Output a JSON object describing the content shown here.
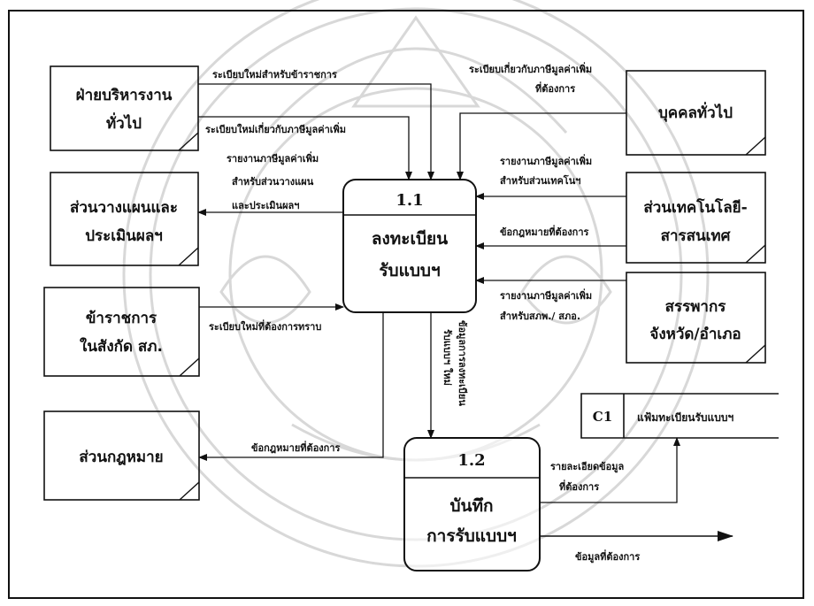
{
  "entities": {
    "admin": [
      "ฝ่ายบริหารงาน",
      "ทั่วไป"
    ],
    "planning": [
      "ส่วนวางแผนและ",
      "ประเมินผลฯ"
    ],
    "officials": [
      "ข้าราชการ",
      "ในสังกัด สภ."
    ],
    "legal": [
      "ส่วนกฎหมาย"
    ],
    "public": [
      "บุคคลทั่วไป"
    ],
    "it": [
      "ส่วนเทคโนโลยี-",
      "สารสนเทศ"
    ],
    "revenue": [
      "สรรพากร",
      "จังหวัด/อำเภอ"
    ]
  },
  "processes": {
    "p1": {
      "id": "1.1",
      "lines": [
        "ลงทะเบียน",
        "รับแบบฯ"
      ]
    },
    "p2": {
      "id": "1.2",
      "lines": [
        "บันทึก",
        "การรับแบบฯ"
      ]
    }
  },
  "datastore": {
    "id": "C1",
    "label": "แฟ้มทะเบียนรับแบบฯ"
  },
  "flows": {
    "admin_rule_official": "ระเบียบใหม่สำหรับข้าราชการ",
    "admin_rule_vat": "ระเบียบใหม่เกี่ยวกับภาษีมูลค่าเพิ่ม",
    "planning_report": [
      "รายงานภาษีมูลค่าเพิ่ม",
      "สำหรับส่วนวางแผน",
      "และประเมินผลฯ"
    ],
    "officials_rule": "ระเบียบใหม่ที่ต้องการทราบ",
    "legal_needed": "ข้อกฎหมายที่ต้องการ",
    "public_rule": [
      "ระเบียบเกี่ยวกับภาษีมูลค่าเพิ่ม",
      "ที่ต้องการ"
    ],
    "it_report": [
      "รายงานภาษีมูลค่าเพิ่ม",
      "สำหรับส่วนเทคโนฯ"
    ],
    "it_legal": "ข้อกฎหมายที่ต้องการ",
    "revenue_report": [
      "รายงานภาษีมูลค่าเพิ่ม",
      "สำหรับสภพ./ สภอ."
    ],
    "p1_p2": [
      "ข้อมูลการลงทะเบียน",
      "รับแบบฯ ใหม่"
    ],
    "p2_store": [
      "รายละเอียดข้อมูล",
      "ที่ต้องการ"
    ],
    "p2_out": "ข้อมูลที่ต้องการ"
  },
  "watermark": {
    "text": "มหาวิทยาลัยเทคโนโลยีราชมงคลธัญบุรี"
  },
  "colors": {
    "line": "#111111",
    "watermark": "#d8d8d8"
  }
}
